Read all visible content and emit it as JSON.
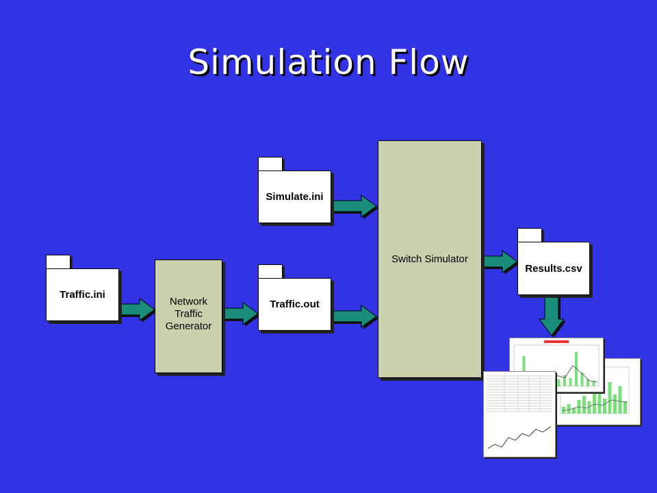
{
  "title": "Simulation Flow",
  "nodes": {
    "simulate_ini": "Simulate.ini",
    "traffic_ini": "Traffic.ini",
    "traffic_out": "Traffic.out",
    "results_csv": "Results.csv",
    "network_generator": [
      "Network",
      "Traffic",
      "Generator"
    ],
    "switch_simulator": "Switch Simulator"
  },
  "colors": {
    "background": "#3333e6",
    "process_fill": "#c8d0ac",
    "arrow_fill": "#1a8c7a",
    "chart_green": "#7be07b"
  },
  "report_thumbnails": {
    "note": "",
    "items": [
      "chart-report-1",
      "chart-report-2",
      "table-report"
    ]
  }
}
